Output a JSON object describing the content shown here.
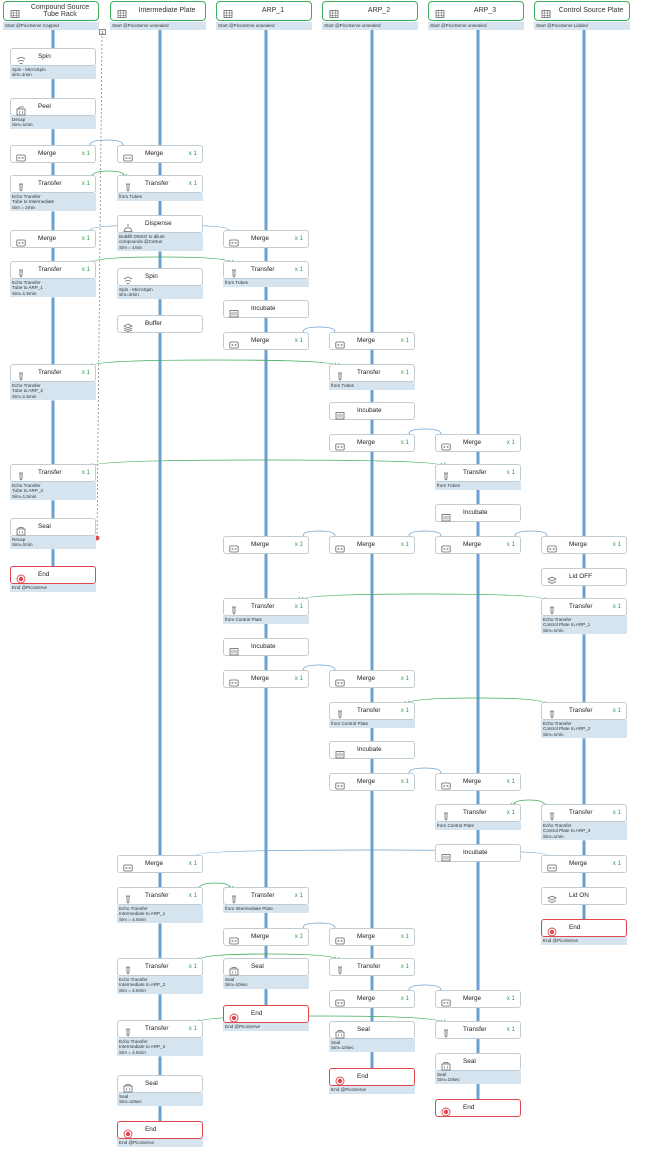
{
  "colors": {
    "lane_border": "#3fae5b",
    "connector": "#6aa0cf",
    "green_link": "#3fae5b",
    "end_border": "#e0464b",
    "desc_bg": "#d5e4ef",
    "multiplier": "#2e9c4a"
  },
  "lanes": [
    {
      "id": "compound",
      "name": "Compound Source Tube Rack",
      "status": "Start @PicoServe Capped",
      "icon": "plate-icon"
    },
    {
      "id": "intermediate",
      "name": "Intermediate Plate",
      "status": "Start @PicoServe unsealed",
      "icon": "plate-icon"
    },
    {
      "id": "arp1",
      "name": "ARP_1",
      "status": "Start @PicoServe unsealed",
      "icon": "plate-icon"
    },
    {
      "id": "arp2",
      "name": "ARP_2",
      "status": "Start @PicoServe unsealed",
      "icon": "plate-icon"
    },
    {
      "id": "arp3",
      "name": "ARP_3",
      "status": "Start @PicoServe unsealed",
      "icon": "plate-icon"
    },
    {
      "id": "control",
      "name": "Control Source Plate",
      "status": "Start @PicoServe Lidded",
      "icon": "plate-icon"
    }
  ],
  "nodes": [
    {
      "id": "c1",
      "lane": "compound",
      "row": 48,
      "label": "Spin",
      "desc": "Spin - MicroSpin\nsim=1min",
      "icon": "spin-icon"
    },
    {
      "id": "c2",
      "lane": "compound",
      "row": 98,
      "label": "Peel",
      "desc": "Decap\nSim=1min",
      "icon": "peel-icon"
    },
    {
      "id": "c3",
      "lane": "compound",
      "row": 145,
      "label": "Merge",
      "mult": "x 1",
      "icon": "merge-icon"
    },
    {
      "id": "c4",
      "lane": "compound",
      "row": 175,
      "label": "Transfer",
      "mult": "x 1",
      "desc": "Echo Transfer\nTube to Intermediate\nSim = 2min",
      "icon": "transfer-icon"
    },
    {
      "id": "c5",
      "lane": "compound",
      "row": 230,
      "label": "Merge",
      "mult": "x 1",
      "icon": "merge-icon"
    },
    {
      "id": "c6",
      "lane": "compound",
      "row": 261,
      "label": "Transfer",
      "mult": "x 1",
      "desc": "Echo Transfer\nTube to ARP_1\nSim=1.5min",
      "icon": "transfer-icon"
    },
    {
      "id": "c7",
      "lane": "compound",
      "row": 364,
      "label": "Transfer",
      "mult": "x 1",
      "desc": "Echo Transfer\nTube to ARP_2\nSim=1.5min",
      "icon": "transfer-icon"
    },
    {
      "id": "c8",
      "lane": "compound",
      "row": 464,
      "label": "Transfer",
      "mult": "x 1",
      "desc": "Echo Transfer\nTube to ARP_3\nSim=1.5min",
      "icon": "transfer-icon"
    },
    {
      "id": "c9",
      "lane": "compound",
      "row": 518,
      "label": "Seal",
      "desc": "Recap\nSim=1min",
      "icon": "seal-icon"
    },
    {
      "id": "c10",
      "lane": "compound",
      "row": 566,
      "label": "End",
      "desc": "End @PicoServe",
      "icon": "end-icon",
      "end": true
    },
    {
      "id": "i1",
      "lane": "intermediate",
      "row": 145,
      "label": "Merge",
      "mult": "x 1",
      "icon": "merge-icon"
    },
    {
      "id": "i2",
      "lane": "intermediate",
      "row": 175,
      "label": "Transfer",
      "mult": "x 1",
      "desc": "from Tubes",
      "icon": "transfer-icon"
    },
    {
      "id": "i3",
      "lane": "intermediate",
      "row": 215,
      "label": "Dispense",
      "desc": "Bulkfill DMSO to dilute\ncompounds @Certus\nSim = 1min",
      "icon": "dispense-icon"
    },
    {
      "id": "i4",
      "lane": "intermediate",
      "row": 268,
      "label": "Spin",
      "desc": "Spin - MicroSpin\nsim=3min",
      "icon": "spin-icon"
    },
    {
      "id": "i5",
      "lane": "intermediate",
      "row": 315,
      "label": "Buffer",
      "icon": "buffer-icon"
    },
    {
      "id": "i6",
      "lane": "intermediate",
      "row": 855,
      "label": "Merge",
      "mult": "x 1",
      "icon": "merge-icon"
    },
    {
      "id": "i7",
      "lane": "intermediate",
      "row": 887,
      "label": "Transfer",
      "mult": "x 1",
      "desc": "Echo Transfer\nIntermediate to ARP_1\nSim = 4.5min",
      "icon": "transfer-icon"
    },
    {
      "id": "i8",
      "lane": "intermediate",
      "row": 958,
      "label": "Transfer",
      "mult": "x 1",
      "desc": "Echo Transfer\nIntermediate to ARP_2\nSim = 4.5min",
      "icon": "transfer-icon"
    },
    {
      "id": "i9",
      "lane": "intermediate",
      "row": 1020,
      "label": "Transfer",
      "mult": "x 1",
      "desc": "Echo Transfer\nIntermediate to ARP_3\nSim = 4.5min",
      "icon": "transfer-icon"
    },
    {
      "id": "i10",
      "lane": "intermediate",
      "row": 1075,
      "label": "Seal",
      "desc": "Seal\nSim=10sec",
      "icon": "seal-icon"
    },
    {
      "id": "i11",
      "lane": "intermediate",
      "row": 1121,
      "label": "End",
      "desc": "End @PicoServe",
      "icon": "end-icon",
      "end": true
    },
    {
      "id": "a1",
      "lane": "arp1",
      "row": 230,
      "label": "Merge",
      "mult": "x 1",
      "icon": "merge-icon"
    },
    {
      "id": "a2",
      "lane": "arp1",
      "row": 261,
      "label": "Transfer",
      "mult": "x 1",
      "desc": "from Tubes",
      "icon": "transfer-icon"
    },
    {
      "id": "a3",
      "lane": "arp1",
      "row": 300,
      "label": "Incubate",
      "icon": "incubate-icon"
    },
    {
      "id": "a4",
      "lane": "arp1",
      "row": 332,
      "label": "Merge",
      "mult": "x 1",
      "icon": "merge-icon"
    },
    {
      "id": "a5",
      "lane": "arp1",
      "row": 536,
      "label": "Merge",
      "mult": "x 1",
      "icon": "merge-icon"
    },
    {
      "id": "a6",
      "lane": "arp1",
      "row": 598,
      "label": "Transfer",
      "mult": "x 1",
      "desc": "from Control Plate",
      "icon": "transfer-icon"
    },
    {
      "id": "a7",
      "lane": "arp1",
      "row": 638,
      "label": "Incubate",
      "icon": "incubate-icon"
    },
    {
      "id": "a8",
      "lane": "arp1",
      "row": 670,
      "label": "Merge",
      "mult": "x 1",
      "icon": "merge-icon"
    },
    {
      "id": "a9",
      "lane": "arp1",
      "row": 887,
      "label": "Transfer",
      "mult": "x 1",
      "desc": "from Intermediate Plate",
      "icon": "transfer-icon"
    },
    {
      "id": "a10",
      "lane": "arp1",
      "row": 928,
      "label": "Merge",
      "mult": "x 1",
      "icon": "merge-icon"
    },
    {
      "id": "a11",
      "lane": "arp1",
      "row": 958,
      "label": "Seal",
      "desc": "Seal\nSim=10sec",
      "icon": "seal-icon"
    },
    {
      "id": "a12",
      "lane": "arp1",
      "row": 1005,
      "label": "End",
      "desc": "End @PicoServe",
      "icon": "end-icon",
      "end": true
    },
    {
      "id": "b1",
      "lane": "arp2",
      "row": 332,
      "label": "Merge",
      "mult": "x 1",
      "icon": "merge-icon"
    },
    {
      "id": "b2",
      "lane": "arp2",
      "row": 364,
      "label": "Transfer",
      "mult": "x 1",
      "desc": "from Tubes",
      "icon": "transfer-icon"
    },
    {
      "id": "b3",
      "lane": "arp2",
      "row": 402,
      "label": "Incubate",
      "icon": "incubate-icon"
    },
    {
      "id": "b4",
      "lane": "arp2",
      "row": 434,
      "label": "Merge",
      "mult": "x 1",
      "icon": "merge-icon"
    },
    {
      "id": "b5",
      "lane": "arp2",
      "row": 536,
      "label": "Merge",
      "mult": "x 1",
      "icon": "merge-icon"
    },
    {
      "id": "b6",
      "lane": "arp2",
      "row": 670,
      "label": "Merge",
      "mult": "x 1",
      "icon": "merge-icon"
    },
    {
      "id": "b7",
      "lane": "arp2",
      "row": 702,
      "label": "Transfer",
      "mult": "x 1",
      "desc": "from Control Plate",
      "icon": "transfer-icon"
    },
    {
      "id": "b8",
      "lane": "arp2",
      "row": 741,
      "label": "Incubate",
      "icon": "incubate-icon"
    },
    {
      "id": "b9",
      "lane": "arp2",
      "row": 773,
      "label": "Merge",
      "mult": "x 1",
      "icon": "merge-icon"
    },
    {
      "id": "b10",
      "lane": "arp2",
      "row": 928,
      "label": "Merge",
      "mult": "x 1",
      "icon": "merge-icon"
    },
    {
      "id": "b11",
      "lane": "arp2",
      "row": 958,
      "label": "Transfer",
      "mult": "x 1",
      "icon": "transfer-icon"
    },
    {
      "id": "b12",
      "lane": "arp2",
      "row": 990,
      "label": "Merge",
      "mult": "x 1",
      "icon": "merge-icon"
    },
    {
      "id": "b13",
      "lane": "arp2",
      "row": 1021,
      "label": "Seal",
      "desc": "Seal\nSim=10sec",
      "icon": "seal-icon"
    },
    {
      "id": "b14",
      "lane": "arp2",
      "row": 1068,
      "label": "End",
      "desc": "End @PicoServe",
      "icon": "end-icon",
      "end": true
    },
    {
      "id": "d1",
      "lane": "arp3",
      "row": 434,
      "label": "Merge",
      "mult": "x 1",
      "icon": "merge-icon"
    },
    {
      "id": "d2",
      "lane": "arp3",
      "row": 464,
      "label": "Transfer",
      "mult": "x 1",
      "desc": "from Tubes",
      "icon": "transfer-icon"
    },
    {
      "id": "d3",
      "lane": "arp3",
      "row": 504,
      "label": "Incubate",
      "icon": "incubate-icon"
    },
    {
      "id": "d4",
      "lane": "arp3",
      "row": 536,
      "label": "Merge",
      "mult": "x 1",
      "icon": "merge-icon"
    },
    {
      "id": "d5",
      "lane": "arp3",
      "row": 773,
      "label": "Merge",
      "mult": "x 1",
      "icon": "merge-icon"
    },
    {
      "id": "d6",
      "lane": "arp3",
      "row": 804,
      "label": "Transfer",
      "mult": "x 1",
      "desc": "from Control Plate",
      "icon": "transfer-icon"
    },
    {
      "id": "d7",
      "lane": "arp3",
      "row": 844,
      "label": "Incubate",
      "icon": "incubate-icon"
    },
    {
      "id": "d8",
      "lane": "arp3",
      "row": 990,
      "label": "Merge",
      "mult": "x 1",
      "icon": "merge-icon"
    },
    {
      "id": "d9",
      "lane": "arp3",
      "row": 1021,
      "label": "Transfer",
      "mult": "x 1",
      "icon": "transfer-icon"
    },
    {
      "id": "d10",
      "lane": "arp3",
      "row": 1053,
      "label": "Seal",
      "desc": "Seal\nSim=10sec",
      "icon": "seal-icon"
    },
    {
      "id": "d11",
      "lane": "arp3",
      "row": 1099,
      "label": "End",
      "icon": "end-icon",
      "end": true
    },
    {
      "id": "e1",
      "lane": "control",
      "row": 536,
      "label": "Merge",
      "mult": "x 1",
      "icon": "merge-icon"
    },
    {
      "id": "e2",
      "lane": "control",
      "row": 568,
      "label": "Lid OFF",
      "icon": "lid-icon"
    },
    {
      "id": "e3",
      "lane": "control",
      "row": 598,
      "label": "Transfer",
      "mult": "x 1",
      "desc": "Echo Transfer\nControl Plate to ARP_1\nSim=1min",
      "icon": "transfer-icon"
    },
    {
      "id": "e4",
      "lane": "control",
      "row": 702,
      "label": "Transfer",
      "mult": "x 1",
      "desc": "Echo Transfer\nControl Plate to ARP_2\nSim=1min",
      "icon": "transfer-icon"
    },
    {
      "id": "e5",
      "lane": "control",
      "row": 804,
      "label": "Transfer",
      "mult": "x 1",
      "desc": "Echo Transfer\nControl Plate to ARP_3\nSim=1min",
      "icon": "transfer-icon"
    },
    {
      "id": "e6",
      "lane": "control",
      "row": 855,
      "label": "Merge",
      "mult": "x 1",
      "icon": "merge-icon"
    },
    {
      "id": "e7",
      "lane": "control",
      "row": 887,
      "label": "Lid ON",
      "icon": "lid-icon"
    },
    {
      "id": "e8",
      "lane": "control",
      "row": 919,
      "label": "End",
      "desc": "End @PicoServe",
      "icon": "end-icon",
      "end": true
    }
  ],
  "badge": "1"
}
